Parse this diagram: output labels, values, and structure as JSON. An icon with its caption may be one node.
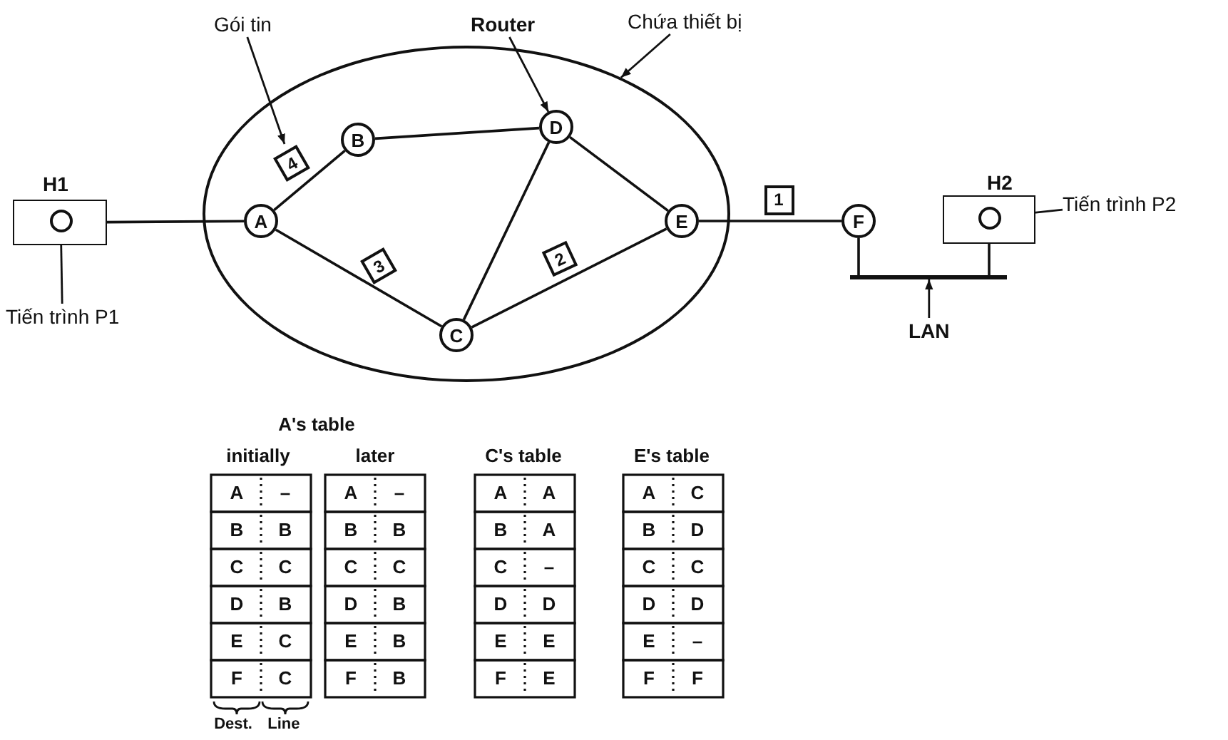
{
  "diagram": {
    "nodes": [
      {
        "text": [
          "Gói tin"
        ]
      },
      {
        "text": [
          "Router"
        ]
      },
      {
        "text": [
          "Chứa thiết bị"
        ]
      },
      {
        "text": [],
        "shape": "ellipse"
      },
      {
        "text": [
          "B"
        ],
        "in": 3
      },
      {
        "text": [
          "D"
        ],
        "in": 3
      },
      {
        "text": [
          "4"
        ],
        "in": 3
      },
      {
        "text": [
          "A"
        ],
        "in": 3
      },
      {
        "text": [
          "E"
        ],
        "in": 3
      },
      {
        "text": [
          "3"
        ],
        "in": 3
      },
      {
        "text": [
          "2"
        ],
        "in": 3
      },
      {
        "text": [
          "C"
        ],
        "in": 3
      },
      {
        "text": [
          "H1"
        ]
      },
      {
        "text": [],
        "shape": "circle",
        "in": 12
      },
      {
        "text": [
          "1"
        ]
      },
      {
        "text": [
          "F"
        ]
      },
      {
        "text": [
          "H2"
        ]
      },
      {
        "text": [],
        "shape": "circle",
        "in": 16
      },
      {
        "text": [
          "Tiến trình P2"
        ]
      },
      {
        "text": [
          "Tiến trình P1"
        ]
      },
      {
        "text": [],
        "shape": "bar"
      },
      {
        "text": [
          "LAN"
        ]
      }
    ],
    "edges": [
      {
        "from": 0,
        "to": 6,
        "arrow": "to"
      },
      {
        "from": 1,
        "to": 5,
        "arrow": "to"
      },
      {
        "from": 2,
        "to": 3,
        "arrow": "to"
      },
      {
        "from": 12,
        "to": 7,
        "arrow": "none"
      },
      {
        "from": 7,
        "to": 4,
        "arrow": "none"
      },
      {
        "from": 4,
        "to": 5,
        "arrow": "none"
      },
      {
        "from": 7,
        "to": 11,
        "arrow": "none"
      },
      {
        "from": 11,
        "to": 5,
        "arrow": "none"
      },
      {
        "from": 5,
        "to": 8,
        "arrow": "none"
      },
      {
        "from": 11,
        "to": 8,
        "arrow": "none"
      },
      {
        "from": 8,
        "to": 15,
        "arrow": "none"
      },
      {
        "from": 15,
        "to": 20,
        "arrow": "none"
      },
      {
        "from": 16,
        "to": 20,
        "arrow": "none"
      },
      {
        "from": 18,
        "to": 17,
        "arrow": "to"
      },
      {
        "from": 19,
        "to": 13,
        "arrow": "to"
      },
      {
        "from": 21,
        "to": 20,
        "arrow": "to"
      }
    ],
    "labels": [
      "A's table",
      "initially",
      "later",
      "C's table",
      "E's table",
      "A",
      "–",
      "A",
      "–",
      "A",
      "A",
      "A",
      "C",
      "B",
      "B",
      "B",
      "B",
      "B",
      "A",
      "B",
      "D",
      "C",
      "C",
      "C",
      "C",
      "C",
      "–",
      "C",
      "C",
      "D",
      "B",
      "D",
      "B",
      "D",
      "D",
      "D",
      "D",
      "E",
      "C",
      "E",
      "B",
      "E",
      "E",
      "E",
      "–",
      "F",
      "C",
      "F",
      "B",
      "F",
      "E",
      "F",
      "F",
      "Dest.",
      "Line"
    ]
  }
}
